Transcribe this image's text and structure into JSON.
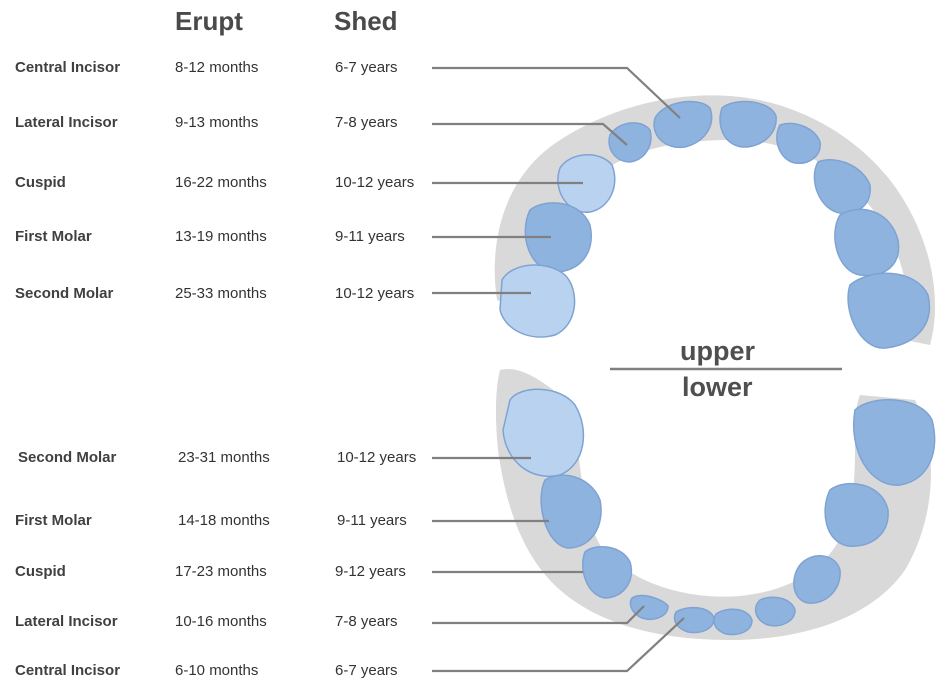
{
  "headers": {
    "erupt": "Erupt",
    "shed": "Shed"
  },
  "jaw_labels": {
    "upper": "upper",
    "lower": "lower"
  },
  "upper_teeth": [
    {
      "name": "Central Incisor",
      "erupt": "8-12 months",
      "shed": "6-7 years"
    },
    {
      "name": "Lateral Incisor",
      "erupt": "9-13 months",
      "shed": "7-8 years"
    },
    {
      "name": "Cuspid",
      "erupt": "16-22 months",
      "shed": "10-12 years"
    },
    {
      "name": "First Molar",
      "erupt": "13-19 months",
      "shed": "9-11 years"
    },
    {
      "name": "Second Molar",
      "erupt": "25-33 months",
      "shed": "10-12 years"
    }
  ],
  "lower_teeth": [
    {
      "name": "Second Molar",
      "erupt": "23-31 months",
      "shed": "10-12 years"
    },
    {
      "name": "First Molar",
      "erupt": "14-18 months",
      "shed": "9-11 years"
    },
    {
      "name": "Cuspid",
      "erupt": "17-23 months",
      "shed": "9-12 years"
    },
    {
      "name": "Lateral Incisor",
      "erupt": "10-16 months",
      "shed": "7-8 years"
    },
    {
      "name": "Central Incisor",
      "erupt": "6-10 months",
      "shed": "6-7 years"
    }
  ],
  "colors": {
    "tooth_fill": "#8fb3df",
    "tooth_light": "#b9d2ef",
    "tooth_stroke": "#7ea3d3",
    "gum": "#d9d9d9",
    "leader_line": "#808080"
  }
}
